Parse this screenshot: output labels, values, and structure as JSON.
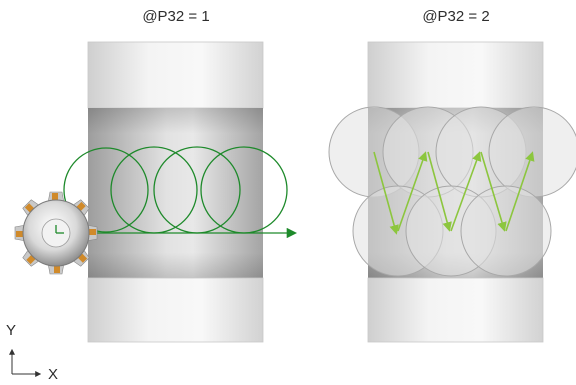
{
  "panels": [
    {
      "title": "@P32 = 1"
    },
    {
      "title": "@P32 = 2"
    }
  ],
  "axes": {
    "y_label": "Y",
    "x_label": "X"
  },
  "colors": {
    "path_dark_green": "#1e8a2b",
    "path_light_green": "#8cc63e",
    "block_light": "#e6e6e6",
    "block_dark": "#9a9a9a",
    "cutter_insert": "#d08a2a"
  }
}
